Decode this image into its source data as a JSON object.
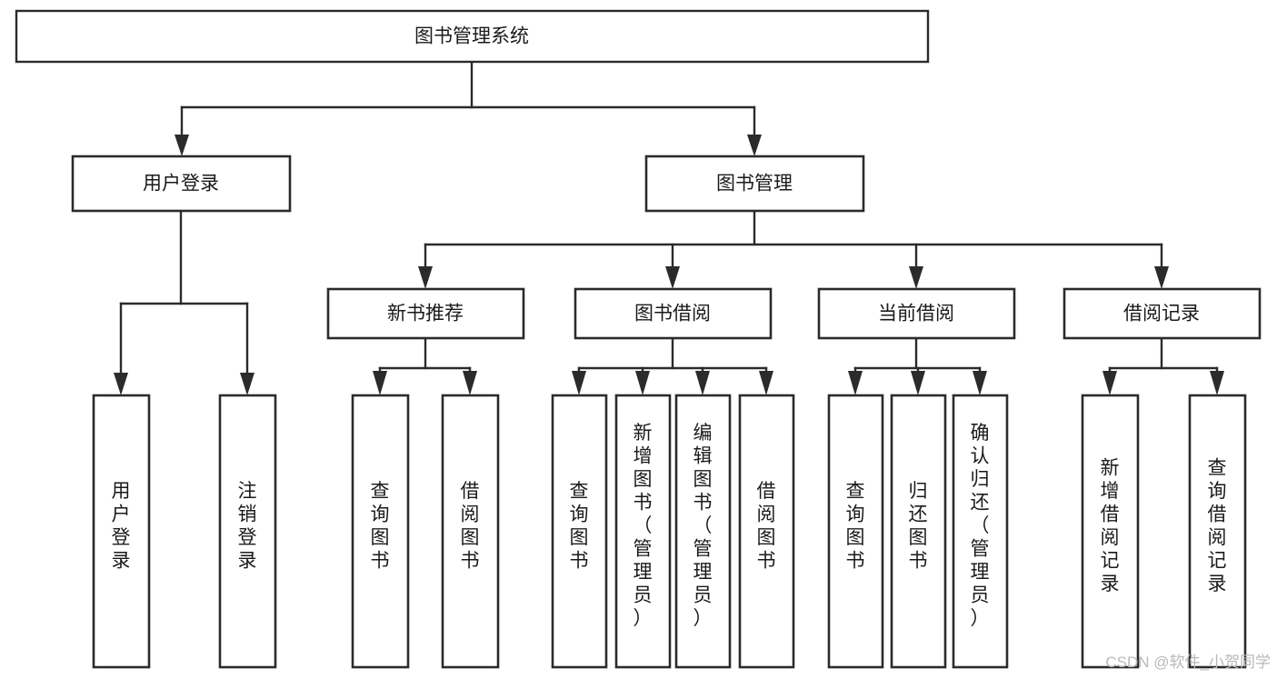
{
  "diagram": {
    "title": "图书管理系统",
    "type": "tree",
    "orientation": "top-down",
    "colors": {
      "background": "#ffffff",
      "box_fill": "#ffffff",
      "box_stroke": "#2b2b2b",
      "connector": "#2b2b2b",
      "text": "#1a1a1a",
      "watermark": "#b9b9b9"
    },
    "root": {
      "label": "图书管理系统"
    },
    "level2": [
      {
        "label": "用户登录"
      },
      {
        "label": "图书管理"
      }
    ],
    "level3": [
      {
        "label": "新书推荐"
      },
      {
        "label": "图书借阅"
      },
      {
        "label": "当前借阅"
      },
      {
        "label": "借阅记录"
      }
    ],
    "leaves": {
      "user_login": [
        {
          "label": "用户登录"
        },
        {
          "label": "注销登录"
        }
      ],
      "new_book_recommend": [
        {
          "label": "查询图书"
        },
        {
          "label": "借阅图书"
        }
      ],
      "book_borrow": [
        {
          "label": "查询图书"
        },
        {
          "label": "新增图书（管理员）"
        },
        {
          "label": "编辑图书（管理员）"
        },
        {
          "label": "借阅图书"
        }
      ],
      "current_borrow": [
        {
          "label": "查询图书"
        },
        {
          "label": "归还图书"
        },
        {
          "label": "确认归还（管理员）"
        }
      ],
      "borrow_record": [
        {
          "label": "新增借阅记录"
        },
        {
          "label": "查询借阅记录"
        }
      ]
    }
  },
  "watermark": {
    "text": "CSDN @软件_小贺同学"
  }
}
